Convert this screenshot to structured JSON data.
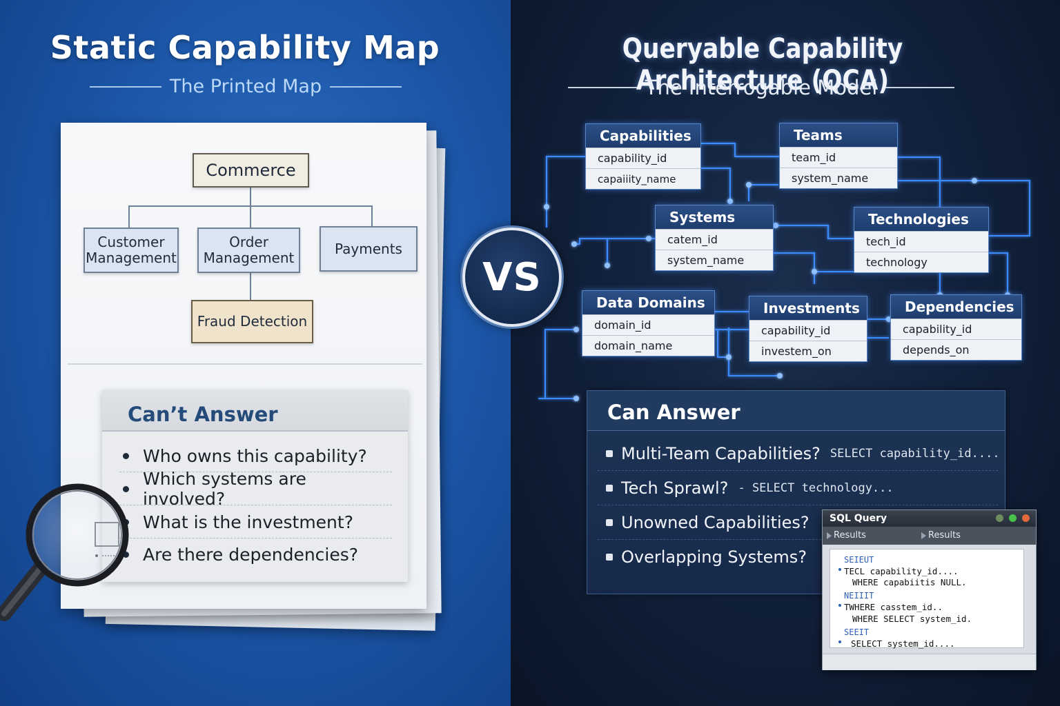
{
  "left": {
    "title": "Static Capability Map",
    "subtitle": "The Printed Map",
    "org_chart": {
      "root": "Commerce",
      "children": [
        "Customer Management",
        "Order Management",
        "Payments"
      ],
      "grandchild": "Fraud Detection",
      "customer_line1": "Customer",
      "customer_line2": "Management",
      "order_line1": "Order",
      "order_line2": "Management"
    },
    "cant_answer": {
      "title": "Can’t Answer",
      "items": [
        "Who owns this capability?",
        "Which systems are involved?",
        "What is the investment?",
        "Are there dependencies?"
      ]
    }
  },
  "vs_label": "VS",
  "right": {
    "title": "Queryable Capability Architecture (QCA)",
    "subtitle": "The Interrogable Model",
    "tables": {
      "capabilities": {
        "name": "Capabilities",
        "fields": [
          "capability_id",
          "capaiiity_name"
        ]
      },
      "teams": {
        "name": "Teams",
        "fields": [
          "team_id",
          "system_name"
        ]
      },
      "systems": {
        "name": "Systems",
        "fields": [
          "сatem_id",
          "system_name"
        ]
      },
      "technologies": {
        "name": "Technologies",
        "fields": [
          "tech_id",
          "technology"
        ]
      },
      "data_domains": {
        "name": "Data Domains",
        "fields": [
          "domain_id",
          "domain_name"
        ]
      },
      "investments": {
        "name": "Investments",
        "fields": [
          "capability_id",
          "investem_on"
        ]
      },
      "dependencies": {
        "name": "Dependencies",
        "fields": [
          "capability_id",
          "depends_on"
        ]
      }
    },
    "can_answer": {
      "title": "Can Answer",
      "items": [
        {
          "question": "Multi-Team Capabilities?",
          "sql": "SELECT capability_id...."
        },
        {
          "question": "Tech Sprawl?",
          "sql": "- SELECT technology..."
        },
        {
          "question": "Unowned Capabilities?",
          "sql": ""
        },
        {
          "question": "Overlapping Systems?",
          "sql": ""
        }
      ]
    },
    "sql_window": {
      "title": "SQL Query",
      "tabs": [
        "Results",
        "Results"
      ],
      "lines": [
        {
          "kw": "SEIEUT",
          "text": "TECL capability_id...."
        },
        {
          "kw": "",
          "text": "WHERE capabiitis NULL."
        },
        {
          "kw": "NEIIIT",
          "text": "TWHERE casstem_id.."
        },
        {
          "kw": "",
          "text": "WHERE SELECT system_id."
        },
        {
          "kw": "SEEIT",
          "text": "SELECT system_id...."
        }
      ],
      "window_colors": [
        "#6e8a5f",
        "#47c24a",
        "#e06a3a"
      ]
    }
  },
  "colors": {
    "left_bg": "#1d58aa",
    "right_bg": "#11203a",
    "wire": "#3d8cff",
    "accent_title": "#244b7a"
  }
}
